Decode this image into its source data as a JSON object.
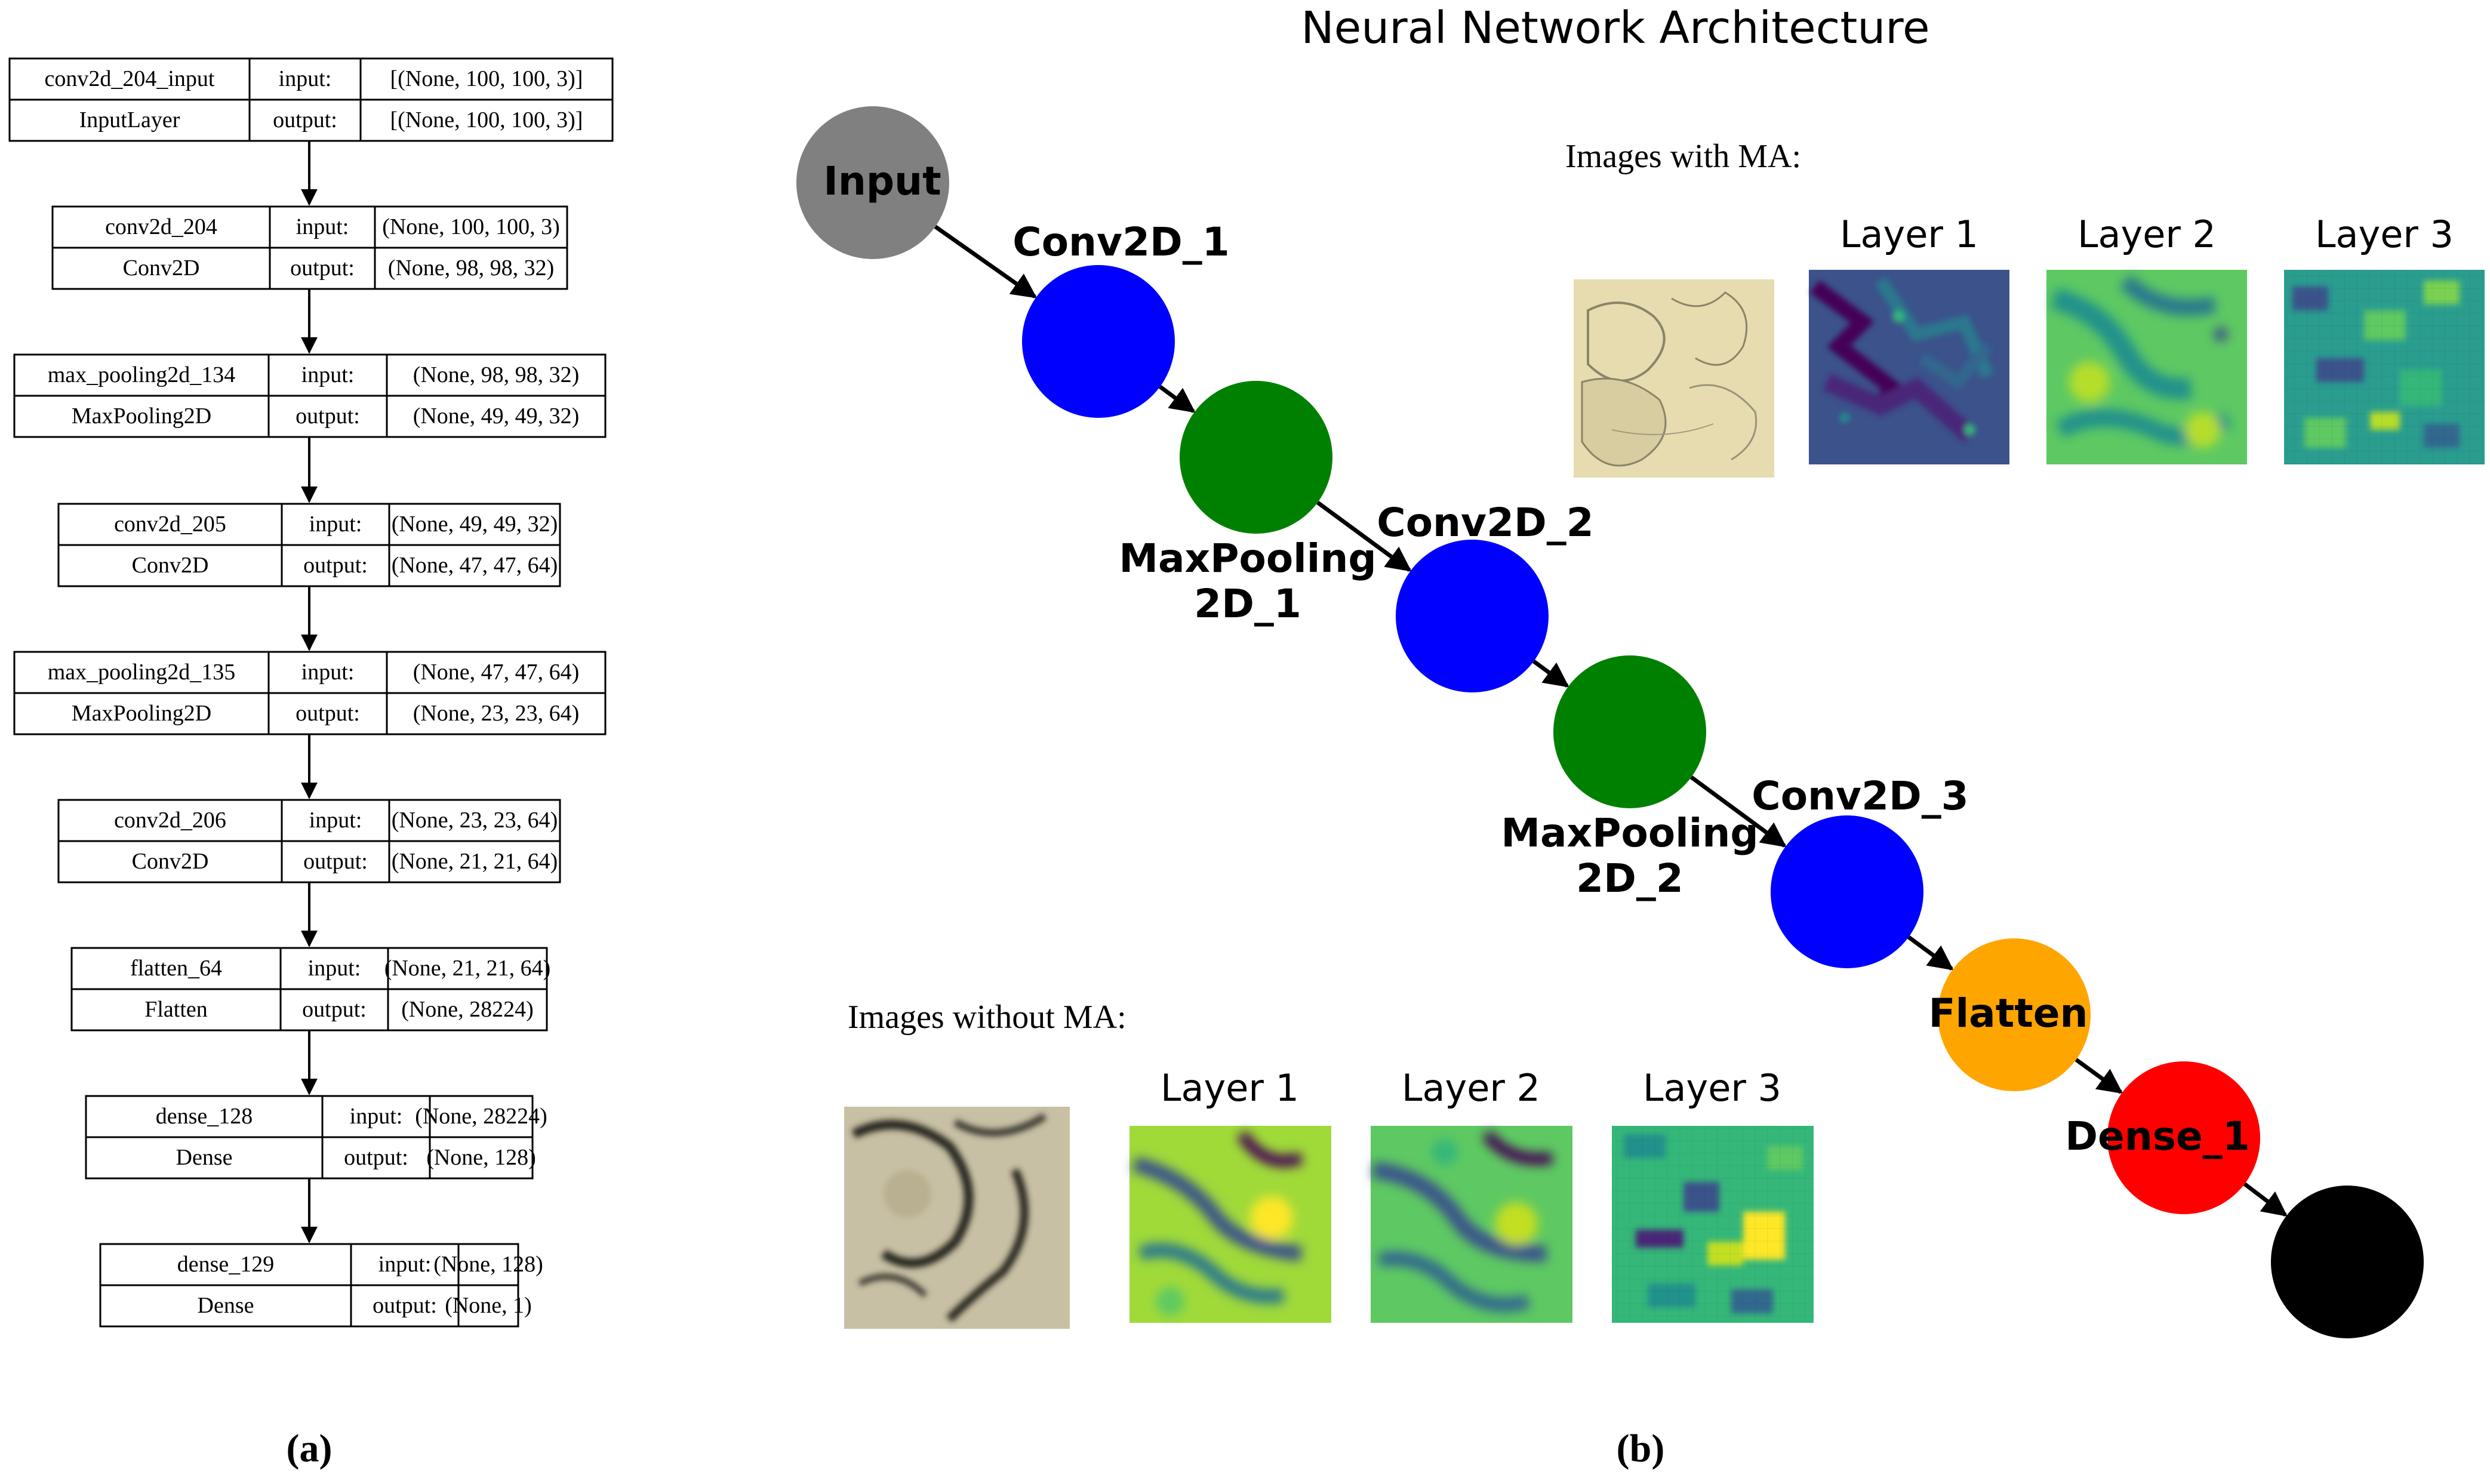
{
  "panel_a": {
    "caption": "(a)",
    "layers": [
      {
        "name": "conv2d_204_input",
        "type": "InputLayer",
        "input_label": "input:",
        "output_label": "output:",
        "input": "[(None, 100, 100, 3)]",
        "output": "[(None, 100, 100, 3)]"
      },
      {
        "name": "conv2d_204",
        "type": "Conv2D",
        "input_label": "input:",
        "output_label": "output:",
        "input": "(None, 100, 100, 3)",
        "output": "(None, 98, 98, 32)"
      },
      {
        "name": "max_pooling2d_134",
        "type": "MaxPooling2D",
        "input_label": "input:",
        "output_label": "output:",
        "input": "(None, 98, 98, 32)",
        "output": "(None, 49, 49, 32)"
      },
      {
        "name": "conv2d_205",
        "type": "Conv2D",
        "input_label": "input:",
        "output_label": "output:",
        "input": "(None, 49, 49, 32)",
        "output": "(None, 47, 47, 64)"
      },
      {
        "name": "max_pooling2d_135",
        "type": "MaxPooling2D",
        "input_label": "input:",
        "output_label": "output:",
        "input": "(None, 47, 47, 64)",
        "output": "(None, 23, 23, 64)"
      },
      {
        "name": "conv2d_206",
        "type": "Conv2D",
        "input_label": "input:",
        "output_label": "output:",
        "input": "(None, 23, 23, 64)",
        "output": "(None, 21, 21, 64)"
      },
      {
        "name": "flatten_64",
        "type": "Flatten",
        "input_label": "input:",
        "output_label": "output:",
        "input": "(None, 21, 21, 64)",
        "output": "(None, 28224)"
      },
      {
        "name": "dense_128",
        "type": "Dense",
        "input_label": "input:",
        "output_label": "output:",
        "input": "(None, 28224)",
        "output": "(None, 128)"
      },
      {
        "name": "dense_129",
        "type": "Dense",
        "input_label": "input:",
        "output_label": "output:",
        "input": "(None, 128)",
        "output": "(None, 1)"
      }
    ]
  },
  "panel_b": {
    "title": "Neural Network Architecture",
    "caption": "(b)",
    "nodes": [
      {
        "id": "input",
        "label": "Input",
        "color": "#808080"
      },
      {
        "id": "conv1",
        "label": "Conv2D_1",
        "color": "#0000ff"
      },
      {
        "id": "pool1",
        "label": "MaxPooling\n2D_1",
        "color": "#008000"
      },
      {
        "id": "conv2",
        "label": "Conv2D_2",
        "color": "#0000ff"
      },
      {
        "id": "pool2",
        "label": "MaxPooling\n2D_2",
        "color": "#008000"
      },
      {
        "id": "conv3",
        "label": "Conv2D_3",
        "color": "#0000ff"
      },
      {
        "id": "flatten",
        "label": "Flatten",
        "color": "#ffa500"
      },
      {
        "id": "dense1",
        "label": "Dense_1",
        "color": "#ff0000"
      },
      {
        "id": "output",
        "label": "",
        "color": "#000000"
      }
    ],
    "with_ma": {
      "heading": "Images with MA:",
      "layer_labels": [
        "Layer 1",
        "Layer 2",
        "Layer 3"
      ]
    },
    "without_ma": {
      "heading": "Images without MA:",
      "layer_labels": [
        "Layer 1",
        "Layer 2",
        "Layer 3"
      ]
    }
  }
}
